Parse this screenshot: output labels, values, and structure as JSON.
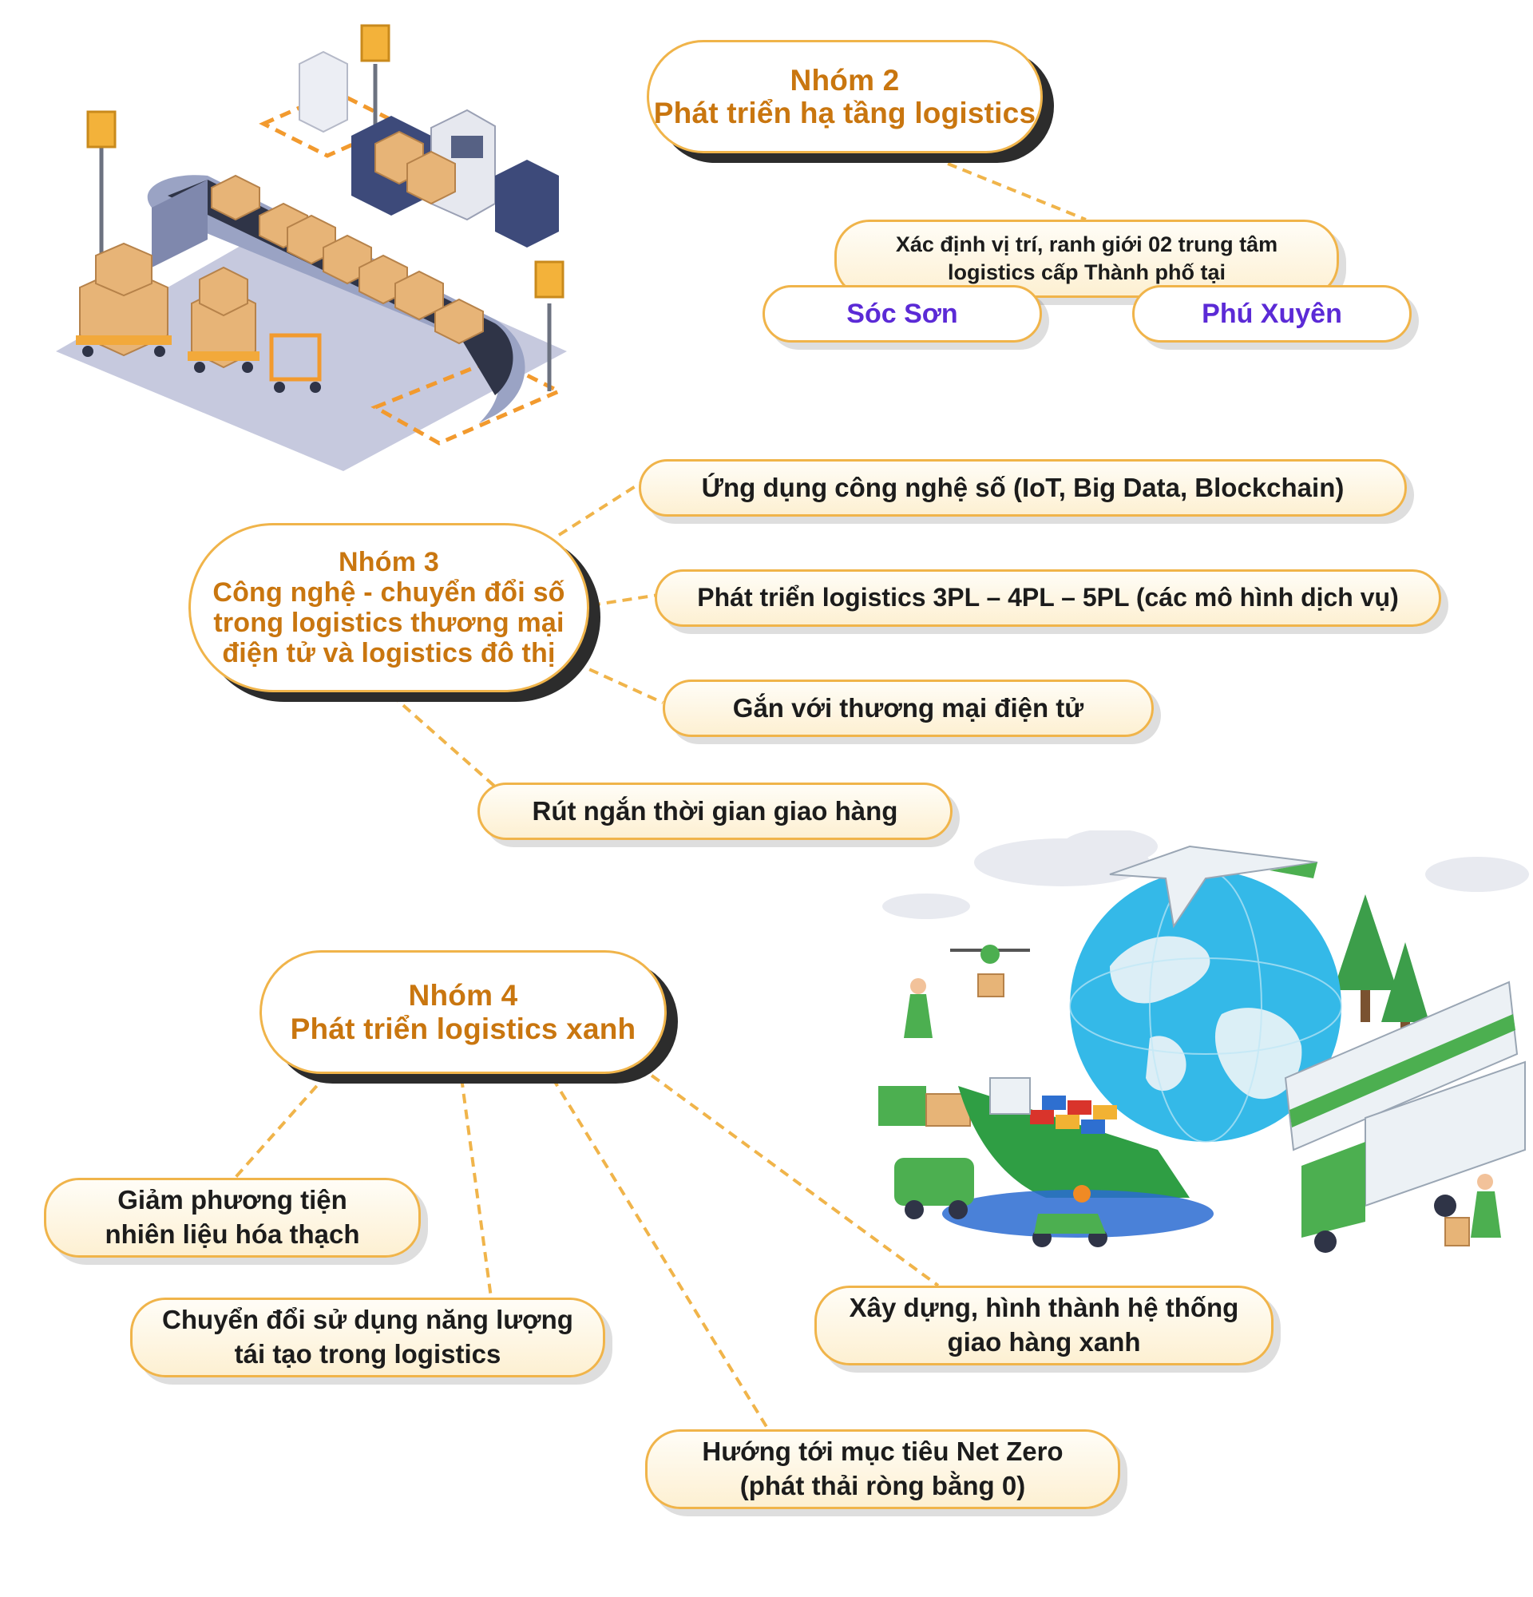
{
  "colors": {
    "group_text": "#c9760f",
    "pill_border": "#f0b44a",
    "connector": "#f0b44a",
    "location_text": "#5b2ad6",
    "body_text": "#1c1c1c"
  },
  "group2": {
    "line1": "Nhóm 2",
    "line2": "Phát triển hạ tầng logistics",
    "items": {
      "centers": {
        "line1": "Xác định vị trí, ranh giới 02 trung tâm",
        "line2": "logistics cấp Thành phố tại"
      },
      "loc1": "Sóc Sơn",
      "loc2": "Phú Xuyên"
    }
  },
  "group3": {
    "line1": "Nhóm 3",
    "line2": "Công nghệ - chuyển đổi số",
    "line3": "trong logistics thương mại",
    "line4": "điện tử và logistics đô thị",
    "items": [
      "Ứng dụng công nghệ số (IoT, Big Data, Blockchain)",
      "Phát triển logistics 3PL – 4PL – 5PL (các mô hình dịch vụ)",
      "Gắn với thương mại điện tử",
      "Rút ngắn thời gian giao hàng"
    ]
  },
  "group4": {
    "line1": "Nhóm 4",
    "line2": "Phát triển logistics xanh",
    "items": [
      {
        "line1": "Giảm phương tiện",
        "line2": "nhiên liệu hóa thạch"
      },
      {
        "line1": "Chuyển đổi sử dụng năng lượng",
        "line2": "tái tạo trong logistics"
      },
      {
        "line1": "Hướng tới mục tiêu Net Zero",
        "line2": "(phát thải ròng bằng 0)"
      },
      {
        "line1": "Xây dựng, hình thành hệ thống",
        "line2": "giao hàng xanh"
      }
    ]
  },
  "illustrations": {
    "warehouse_icon": "conveyor-warehouse-illustration",
    "green_icon": "green-logistics-globe-illustration"
  }
}
